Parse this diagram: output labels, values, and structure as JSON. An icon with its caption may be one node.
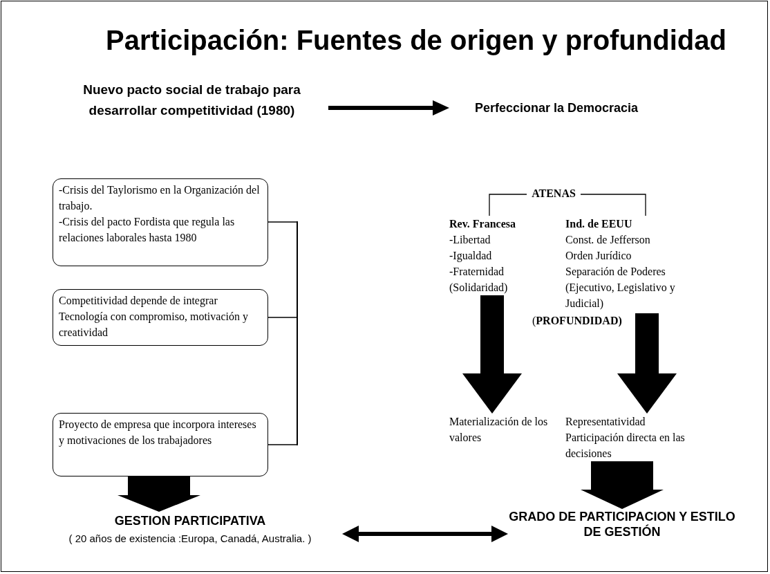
{
  "diagram": {
    "title": "Participación: Fuentes de origen y profundidad",
    "nodes": [
      {
        "text": [
          "Nuevo pacto social de trabajo para desarrollar competitividad (1980)"
        ]
      },
      {
        "text": [
          "Perfeccionar la Democracia"
        ]
      },
      {
        "text": [
          "-Crisis del Taylorismo en la Organización del trabajo.",
          "-Crisis del pacto Fordista que regula las relaciones laborales hasta 1980"
        ]
      },
      {
        "text": [
          "Competitividad depende de integrar Tecnología con compromiso, motivación y creatividad"
        ]
      },
      {
        "text": [
          "Proyecto de empresa que incorpora intereses y motivaciones de los trabajadores"
        ]
      },
      {
        "text": [
          "ATENAS"
        ]
      },
      {
        "text": [
          "Rev. Francesa",
          "-Libertad",
          "-Igualdad",
          "-Fraternidad",
          "(Solidaridad)"
        ]
      },
      {
        "text": [
          "Ind. de EEUU",
          "Const. de Jefferson",
          "Orden Jurídico",
          "Separación de Poderes (Ejecutivo, Legislativo y Judicial)"
        ]
      },
      {
        "text": [
          "Materialización de los valores"
        ]
      },
      {
        "text": [
          "Representatividad",
          "Participación directa en las decisiones"
        ]
      },
      {
        "text": [
          "GESTION PARTICIPATIVA",
          "( 20 años de existencia :Europa, Canadá, Australia. )"
        ]
      },
      {
        "text": [
          "GRADO DE PARTICIPACION Y ESTILO DE GESTIÓN"
        ]
      },
      {
        "text": [],
        "shape": "bar"
      }
    ],
    "edges": [
      {
        "from": 0,
        "to": 1,
        "arrow": "to"
      },
      {
        "from": 5,
        "to": 6,
        "arrow": "none"
      },
      {
        "from": 5,
        "to": 7,
        "arrow": "none"
      },
      {
        "from": 6,
        "to": 8,
        "arrow": "to",
        "style": "thick"
      },
      {
        "from": 7,
        "to": 9,
        "arrow": "to",
        "style": "thick"
      },
      {
        "from": 4,
        "to": 10,
        "arrow": "to",
        "style": "thick"
      },
      {
        "from": 9,
        "to": 11,
        "arrow": "to",
        "style": "thick"
      },
      {
        "from": 10,
        "to": 11,
        "arrow": "both"
      },
      {
        "from": 2,
        "to": 12,
        "arrow": "none"
      },
      {
        "from": 3,
        "to": 12,
        "arrow": "none"
      },
      {
        "from": 4,
        "to": 12,
        "arrow": "none"
      }
    ],
    "labels": [
      "(**PROFUNDIDAD)**"
    ]
  }
}
